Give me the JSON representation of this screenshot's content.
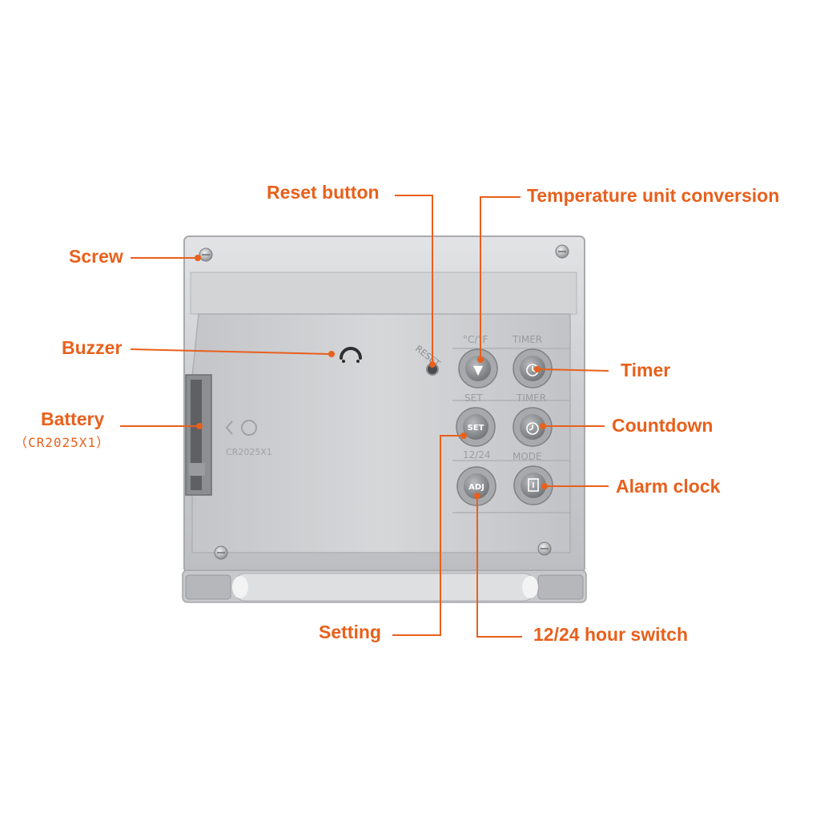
{
  "device": {
    "buttons": {
      "temp": {
        "top_label": "°C/°F",
        "face_label": "▼"
      },
      "timer": {
        "top_label": "TIMER"
      },
      "set": {
        "top_label": "SET",
        "face_label": "SET"
      },
      "countdown": {
        "top_label": "TIMER"
      },
      "adj": {
        "top_label": "12/24",
        "face_label": "ADJ"
      },
      "alarm": {
        "top_label": "MODE"
      }
    },
    "reset_label": "RESET",
    "battery_marking": "CR2025X1"
  },
  "callouts": {
    "reset": "Reset button",
    "temperature": "Temperature unit conversion",
    "screw": "Screw",
    "buzzer": "Buzzer",
    "timer": "Timer",
    "battery": "Battery",
    "battery_spec": "（CR2025X1）",
    "countdown": "Countdown",
    "alarm": "Alarm clock",
    "setting": "Setting",
    "hour_switch": "12/24 hour switch"
  },
  "colors": {
    "accent": "#e8601c",
    "body": "#c9cacc",
    "button_face": "#8f9296"
  }
}
